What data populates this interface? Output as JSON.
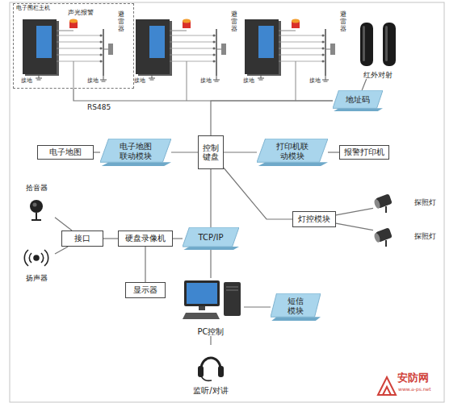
{
  "diagram": {
    "nodes": [
      {
        "text": [
          "电子围栏主机"
        ]
      },
      {
        "text": [
          "红外对射"
        ]
      },
      {
        "text": [
          "地址码"
        ]
      },
      {
        "text": [
          "电子地图"
        ]
      },
      {
        "text": [
          "电子地图联动模块"
        ]
      },
      {
        "text": [
          "控制键盘"
        ]
      },
      {
        "text": [
          "打印机联动模块"
        ]
      },
      {
        "text": [
          "报警打印机"
        ]
      },
      {
        "text": [
          "拾音器"
        ]
      },
      {
        "text": [
          "扬声器"
        ]
      },
      {
        "text": [
          "接口"
        ]
      },
      {
        "text": [
          "硬盘录像机"
        ]
      },
      {
        "text": [
          "TCP/IP"
        ]
      },
      {
        "text": [
          "灯控模块"
        ]
      },
      {
        "text": [
          "探照灯"
        ]
      },
      {
        "text": [
          "探照灯"
        ]
      },
      {
        "text": [
          "显示器"
        ]
      },
      {
        "text": [
          "PC控制"
        ]
      },
      {
        "text": [
          "短信模块"
        ]
      },
      {
        "text": [
          "监听/对讲"
        ]
      }
    ],
    "edges": [
      {
        "from": 0,
        "to": 2,
        "arrow": "none"
      },
      {
        "from": 1,
        "to": 2,
        "arrow": "none"
      },
      {
        "from": 5,
        "to": 2,
        "arrow": "none"
      },
      {
        "from": 3,
        "to": 4,
        "arrow": "none"
      },
      {
        "from": 4,
        "to": 5,
        "arrow": "none"
      },
      {
        "from": 5,
        "to": 6,
        "arrow": "none"
      },
      {
        "from": 6,
        "to": 7,
        "arrow": "none"
      },
      {
        "from": 5,
        "to": 13,
        "arrow": "none"
      },
      {
        "from": 13,
        "to": 14,
        "arrow": "none"
      },
      {
        "from": 13,
        "to": 15,
        "arrow": "none"
      },
      {
        "from": 5,
        "to": 12,
        "arrow": "none"
      },
      {
        "from": 8,
        "to": 10,
        "arrow": "none"
      },
      {
        "from": 9,
        "to": 10,
        "arrow": "none"
      },
      {
        "from": 10,
        "to": 11,
        "arrow": "none"
      },
      {
        "from": 11,
        "to": 12,
        "arrow": "none"
      },
      {
        "from": 11,
        "to": 16,
        "arrow": "none"
      },
      {
        "from": 12,
        "to": 17,
        "arrow": "none"
      },
      {
        "from": 17,
        "to": 18,
        "arrow": "none"
      },
      {
        "from": 17,
        "to": 19,
        "arrow": "none"
      }
    ],
    "labels": [
      "声光报警",
      "避雷器",
      "接地",
      "接地",
      "避雷器",
      "接地",
      "接地",
      "避雷器",
      "接地",
      "接地",
      "RS485",
      "安防网",
      "www.a-ps.net"
    ]
  }
}
